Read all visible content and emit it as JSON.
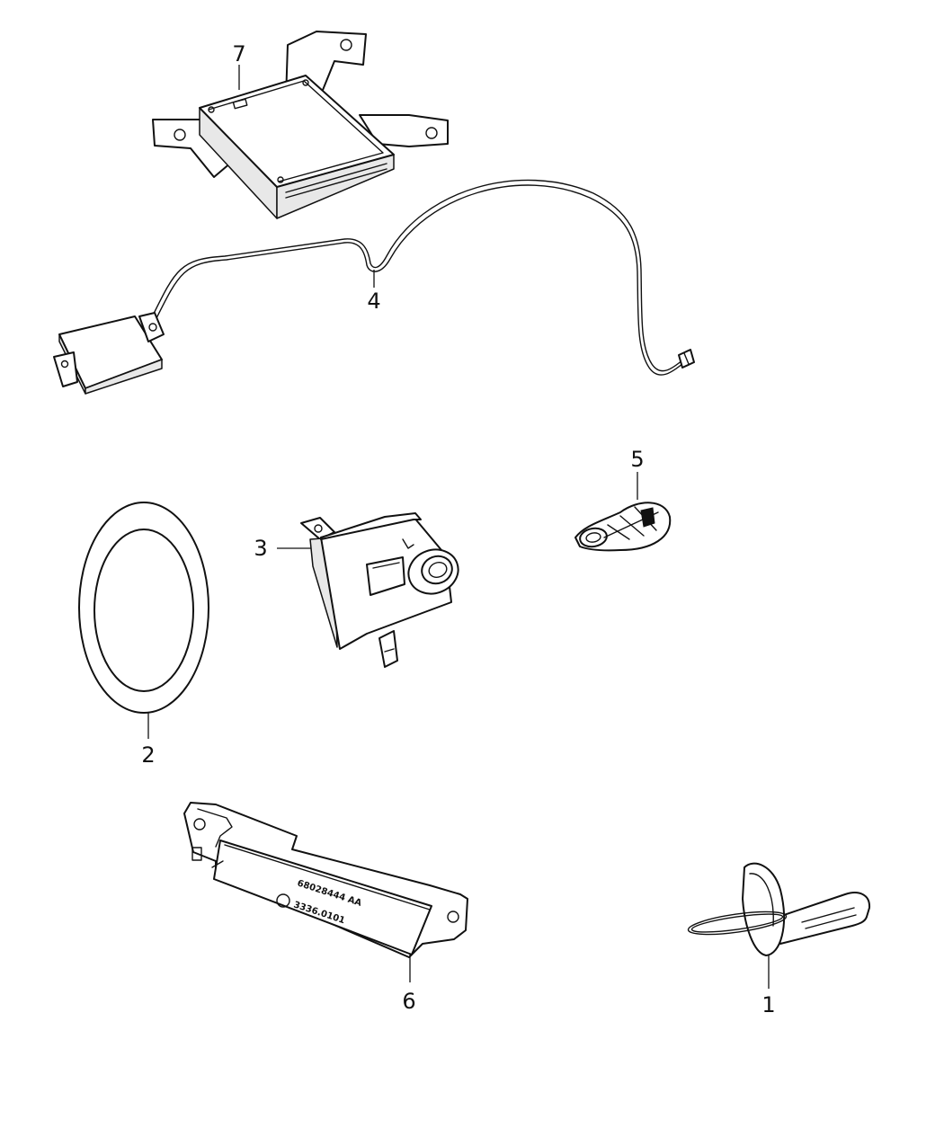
{
  "callouts": {
    "c1": "1",
    "c2": "2",
    "c3": "3",
    "c4": "4",
    "c5": "5",
    "c6": "6",
    "c7": "7"
  },
  "part6_markings": {
    "part_number": "68028444 AA",
    "code": "3336.0101"
  }
}
